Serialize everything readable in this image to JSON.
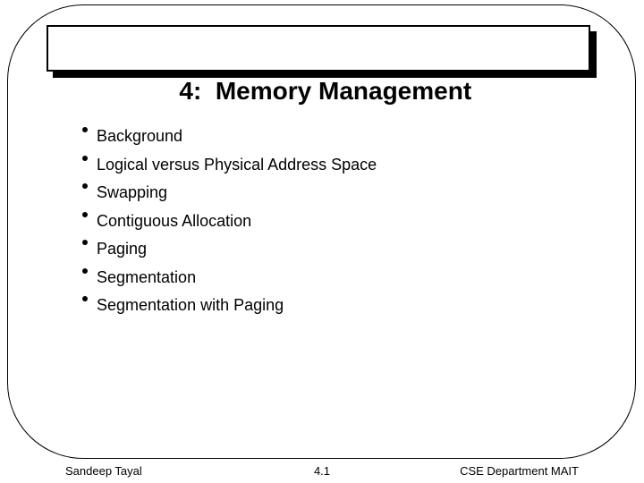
{
  "slide": {
    "title": "4:  Memory Management",
    "bullets": [
      "Background",
      "Logical versus Physical Address Space",
      "Swapping",
      "Contiguous Allocation",
      "Paging",
      "Segmentation",
      "Segmentation with Paging"
    ],
    "footer": {
      "author": "Sandeep Tayal",
      "page_number": "4.1",
      "department": "CSE Department MAIT"
    },
    "colors": {
      "text": "#000000",
      "background": "#ffffff",
      "border": "#000000",
      "title_shadow": "#000000"
    }
  }
}
